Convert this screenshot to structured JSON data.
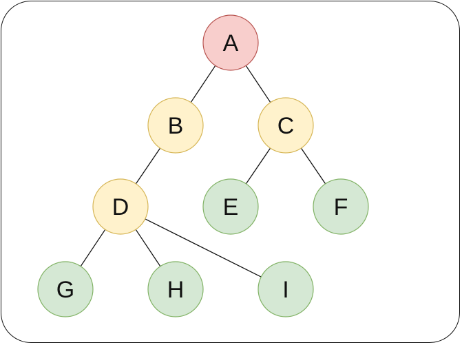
{
  "colors": {
    "root": {
      "fill": "#F8CECC",
      "stroke": "#B85450"
    },
    "internal": {
      "fill": "#FFF2CC",
      "stroke": "#D6B656"
    },
    "leaf": {
      "fill": "#D5E8D4",
      "stroke": "#82B366"
    },
    "edge": "#111111"
  },
  "nodes": [
    {
      "id": "A",
      "label": "A",
      "kind": "root"
    },
    {
      "id": "B",
      "label": "B",
      "kind": "internal"
    },
    {
      "id": "C",
      "label": "C",
      "kind": "internal"
    },
    {
      "id": "D",
      "label": "D",
      "kind": "internal"
    },
    {
      "id": "E",
      "label": "E",
      "kind": "leaf"
    },
    {
      "id": "F",
      "label": "F",
      "kind": "leaf"
    },
    {
      "id": "G",
      "label": "G",
      "kind": "leaf"
    },
    {
      "id": "H",
      "label": "H",
      "kind": "leaf"
    },
    {
      "id": "I",
      "label": "I",
      "kind": "leaf"
    }
  ],
  "edges": [
    {
      "from": "A",
      "to": "B"
    },
    {
      "from": "A",
      "to": "C"
    },
    {
      "from": "B",
      "to": "D"
    },
    {
      "from": "C",
      "to": "E"
    },
    {
      "from": "C",
      "to": "F"
    },
    {
      "from": "D",
      "to": "G"
    },
    {
      "from": "D",
      "to": "H"
    },
    {
      "from": "D",
      "to": "I"
    }
  ]
}
